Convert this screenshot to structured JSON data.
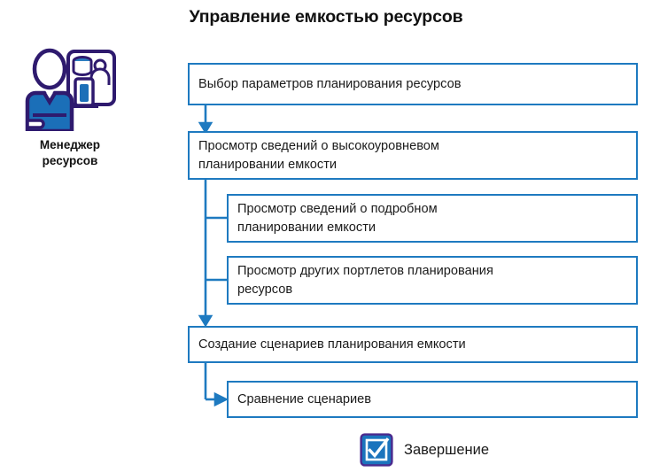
{
  "diagram": {
    "title": "Управление емкостью ресурсов",
    "type": "flowchart",
    "colors": {
      "box_border": "#1e7ac0",
      "connector": "#1e7ac0",
      "icon_outline": "#2e1a6e",
      "icon_fill": "#1b6fb8",
      "text": "#1a1a1a",
      "background": "#ffffff"
    }
  },
  "actor": {
    "icon": "resource-manager-icon",
    "label": "Менеджер\nресурсов"
  },
  "nodes": [
    {
      "id": "node-1",
      "label": "Выбор параметров планирования ресурсов",
      "level": "primary"
    },
    {
      "id": "node-2",
      "label": "Просмотр сведений о высокоуровневом\nпланировании емкости",
      "level": "primary"
    },
    {
      "id": "node-3",
      "label": "Просмотр сведений о подробном\nпланировании емкости",
      "level": "secondary"
    },
    {
      "id": "node-4",
      "label": "Просмотр других портлетов планирования\nресурсов",
      "level": "secondary"
    },
    {
      "id": "node-5",
      "label": "Создание сценариев планирования емкости",
      "level": "primary"
    },
    {
      "id": "node-6",
      "label": "Сравнение сценариев",
      "level": "secondary"
    }
  ],
  "connectors": [
    {
      "from": "node-1",
      "to": "node-2",
      "style": "arrow-down"
    },
    {
      "from": "node-2",
      "to": "node-3",
      "style": "branch-right"
    },
    {
      "from": "node-2",
      "to": "node-4",
      "style": "branch-right"
    },
    {
      "from": "node-2",
      "to": "node-5",
      "style": "arrow-down"
    },
    {
      "from": "node-5",
      "to": "node-6",
      "style": "branch-arrow-right"
    }
  ],
  "legend": {
    "icon": "checkbox-checked-icon",
    "label": "Завершение"
  }
}
